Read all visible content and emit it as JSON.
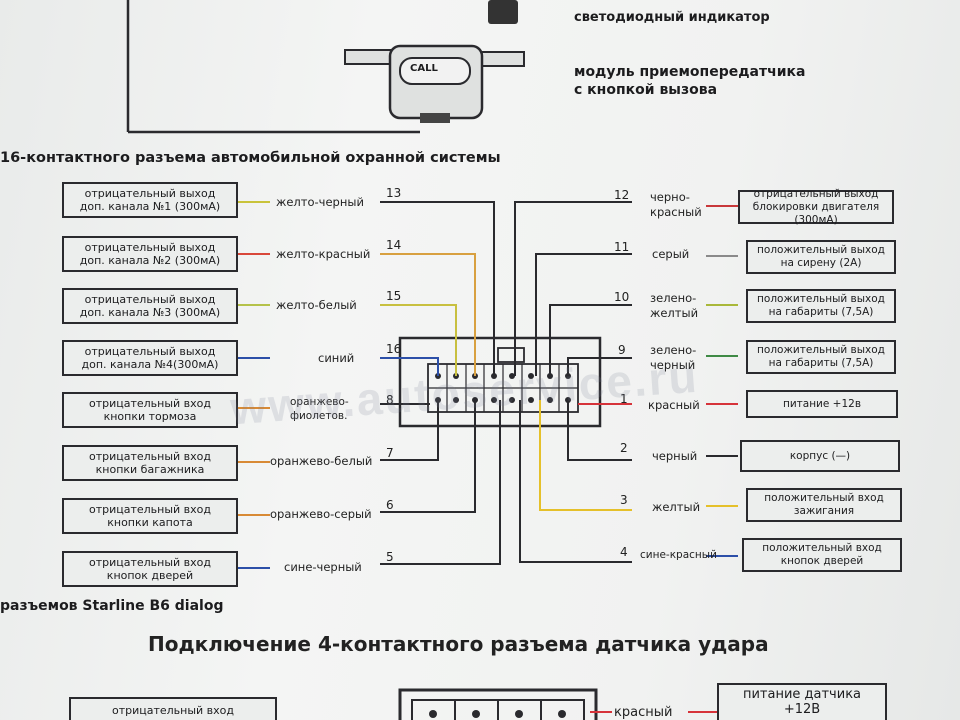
{
  "header": {
    "top_fragment": "светодиодный индикатор",
    "module_label_line1": "модуль приемопередатчика",
    "module_label_line2": "с кнопкой вызова",
    "call_button": "CALL"
  },
  "section_title": "16-контактного разъема автомобильной охранной системы",
  "left_outputs": [
    {
      "pin": "13",
      "wire": "желто-черный",
      "line1": "отрицательный выход",
      "line2": "доп. канала №1 (300мА)",
      "color": "#c9c33a"
    },
    {
      "pin": "14",
      "wire": "желто-красный",
      "line1": "отрицательный выход",
      "line2": "доп. канала №2 (300мА)",
      "color": "#d9473a"
    },
    {
      "pin": "15",
      "wire": "желто-белый",
      "line1": "отрицательный выход",
      "line2": "доп. канала №3 (300мА)",
      "color": "#b5c24a"
    },
    {
      "pin": "16",
      "wire": "синий",
      "line1": "отрицательный выход",
      "line2": "доп. канала №4(300мА)",
      "color": "#2c4fa8"
    },
    {
      "pin": "8",
      "wire": "оранжево-фиолетов.",
      "line1": "отрицательный вход",
      "line2": "кнопки тормоза",
      "color": "#d88a35"
    },
    {
      "pin": "7",
      "wire": "оранжево-белый",
      "line1": "отрицательный вход",
      "line2": "кнопки багажника",
      "color": "#d88a35"
    },
    {
      "pin": "6",
      "wire": "оранжево-серый",
      "line1": "отрицательный вход",
      "line2": "кнопки капота",
      "color": "#d88a35"
    },
    {
      "pin": "5",
      "wire": "сине-черный",
      "line1": "отрицательный вход",
      "line2": "кнопок дверей",
      "color": "#2c4fa8"
    }
  ],
  "right_outputs": [
    {
      "pin": "12",
      "wire1": "черно-",
      "wire2": "красный",
      "line1": "отрицательный выход",
      "line2": "блокировки двигателя (300мА)",
      "color": "#c8383a"
    },
    {
      "pin": "11",
      "wire1": "серый",
      "wire2": "",
      "line1": "положительный выход",
      "line2": "на сирену (2А)",
      "color": "#8a8a8a"
    },
    {
      "pin": "10",
      "wire1": "зелено-",
      "wire2": "желтый",
      "line1": "положительный выход",
      "line2": "на габариты (7,5А)",
      "color": "#a9b83a"
    },
    {
      "pin": "9",
      "wire1": "зелено-",
      "wire2": "черный",
      "line1": "положительный выход",
      "line2": "на габариты (7,5А)",
      "color": "#3f8a45"
    },
    {
      "pin": "1",
      "wire1": "красный",
      "wire2": "",
      "line1": "питание +12в",
      "line2": "",
      "color": "#d6333a"
    },
    {
      "pin": "2",
      "wire1": "черный",
      "wire2": "",
      "line1": "корпус (—)",
      "line2": "",
      "color": "#2a2a2e"
    },
    {
      "pin": "3",
      "wire1": "желтый",
      "wire2": "",
      "line1": "положительный вход",
      "line2": "зажигания",
      "color": "#e5c02a"
    },
    {
      "pin": "4",
      "wire1": "сине-красный",
      "wire2": "",
      "line1": "положительный вход",
      "line2": "кнопок дверей",
      "color": "#2c4fa8"
    }
  ],
  "caption": "разъемов Starline B6 dialog",
  "bottom": {
    "title": "Подключение 4-контактного разъема датчика удара",
    "wire_label": "красный",
    "power_line1": "питание датчика",
    "power_line2": "+12В",
    "left_box_fragment": "отрицательный вход"
  },
  "watermark": "www.autoservice.ru"
}
